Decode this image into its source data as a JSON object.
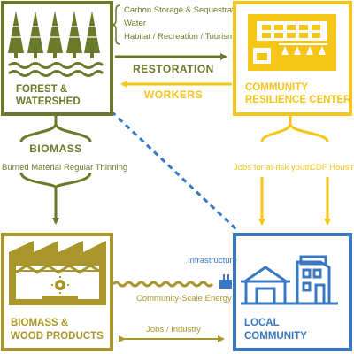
{
  "colors": {
    "forest": "#6b7a2a",
    "center": "#f5c518",
    "biomass": "#a9962a",
    "community": "#3a78c2",
    "white": "#ffffff"
  },
  "forest": {
    "title_line1": "FOREST &",
    "title_line2": "WATERSHED",
    "services": [
      "Carbon Storage & Sequestration",
      "Water",
      "Habitat / Recreation / Tourism"
    ]
  },
  "center": {
    "title_line1": "COMMUNITY",
    "title_line2": "RESILIENCE CENTER"
  },
  "flows": {
    "restoration": "RESTORATION",
    "workers": "WORKERS",
    "biomass": "BIOMASS",
    "burned_material": "Burned Material",
    "regular_thinning": "Regular Thinning",
    "jobs_youth": "Jobs for at-risk youth",
    "cdf_housing": "CDF Housing",
    "infrastructure": "Infrastructure",
    "community_energy": "Community-Scale Energy",
    "jobs_industry": "Jobs / Industry"
  },
  "biomass_box": {
    "title_line1": "BIOMASS &",
    "title_line2": "WOOD PRODUCTS"
  },
  "community": {
    "title_line1": "LOCAL",
    "title_line2": "COMMUNITY"
  }
}
